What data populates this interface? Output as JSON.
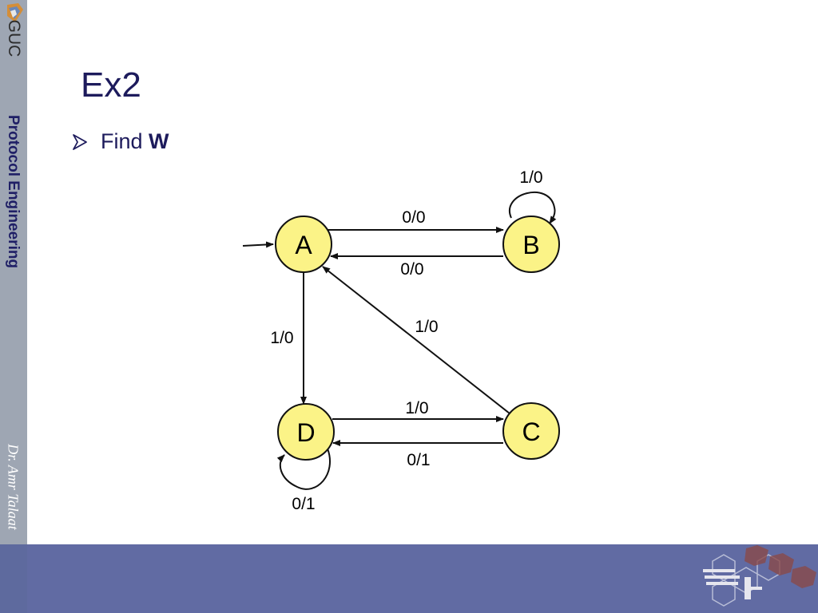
{
  "sidebar": {
    "logo_text": "GUC",
    "course": "Protocol Engineering",
    "author": "Dr. Amr Talaat"
  },
  "slide": {
    "title": "Ex2",
    "bullet_prefix": "Find",
    "bullet_bold": "W"
  },
  "diagram": {
    "states": [
      "A",
      "B",
      "C",
      "D"
    ],
    "initial_state": "A",
    "transitions": [
      {
        "from": "A",
        "to": "B",
        "label": "0/0"
      },
      {
        "from": "B",
        "to": "A",
        "label": "0/0"
      },
      {
        "from": "B",
        "to": "B",
        "label": "1/0"
      },
      {
        "from": "A",
        "to": "D",
        "label": "1/0"
      },
      {
        "from": "C",
        "to": "A",
        "label": "1/0"
      },
      {
        "from": "D",
        "to": "C",
        "label": "1/0"
      },
      {
        "from": "C",
        "to": "D",
        "label": "0/1"
      },
      {
        "from": "D",
        "to": "D",
        "label": "0/1"
      }
    ],
    "colors": {
      "state_fill": "#fbf387",
      "stroke": "#111111"
    }
  }
}
